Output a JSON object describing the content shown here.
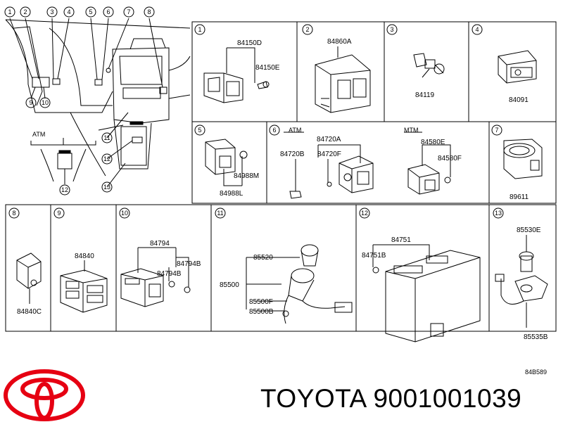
{
  "ref_code": "84B589",
  "brand": {
    "name": "TOYOTA",
    "part_number": "9001001039",
    "logo_icon": "toyota-logo-icon"
  },
  "overview_callouts": [
    "1",
    "2",
    "3",
    "4",
    "5",
    "6",
    "7",
    "8",
    "9",
    "10",
    "11",
    "12",
    "13"
  ],
  "atm_inset_label": "ATM",
  "panels": [
    {
      "num": "1",
      "labels": [
        "84150D",
        "84150E"
      ]
    },
    {
      "num": "2",
      "labels": [
        "84860A"
      ]
    },
    {
      "num": "3",
      "labels": [
        "84119"
      ]
    },
    {
      "num": "4",
      "labels": [
        "84091"
      ]
    },
    {
      "num": "5",
      "labels": [
        "84988M",
        "84988L"
      ]
    },
    {
      "num": "6",
      "labels": [
        "ATM",
        "84720A",
        "84720B",
        "84720F",
        "MTM",
        "84580E",
        "84580F"
      ]
    },
    {
      "num": "7",
      "labels": [
        "89611"
      ]
    },
    {
      "num": "8",
      "labels": [
        "84840C"
      ]
    },
    {
      "num": "9",
      "labels": [
        "84840"
      ]
    },
    {
      "num": "10",
      "labels": [
        "84794",
        "84794B",
        "84794B"
      ]
    },
    {
      "num": "11",
      "labels": [
        "85520",
        "85500",
        "85500F",
        "85500B"
      ]
    },
    {
      "num": "12",
      "labels": [
        "84751",
        "84751B"
      ]
    },
    {
      "num": "13",
      "labels": [
        "85530E",
        "85535B"
      ]
    }
  ]
}
